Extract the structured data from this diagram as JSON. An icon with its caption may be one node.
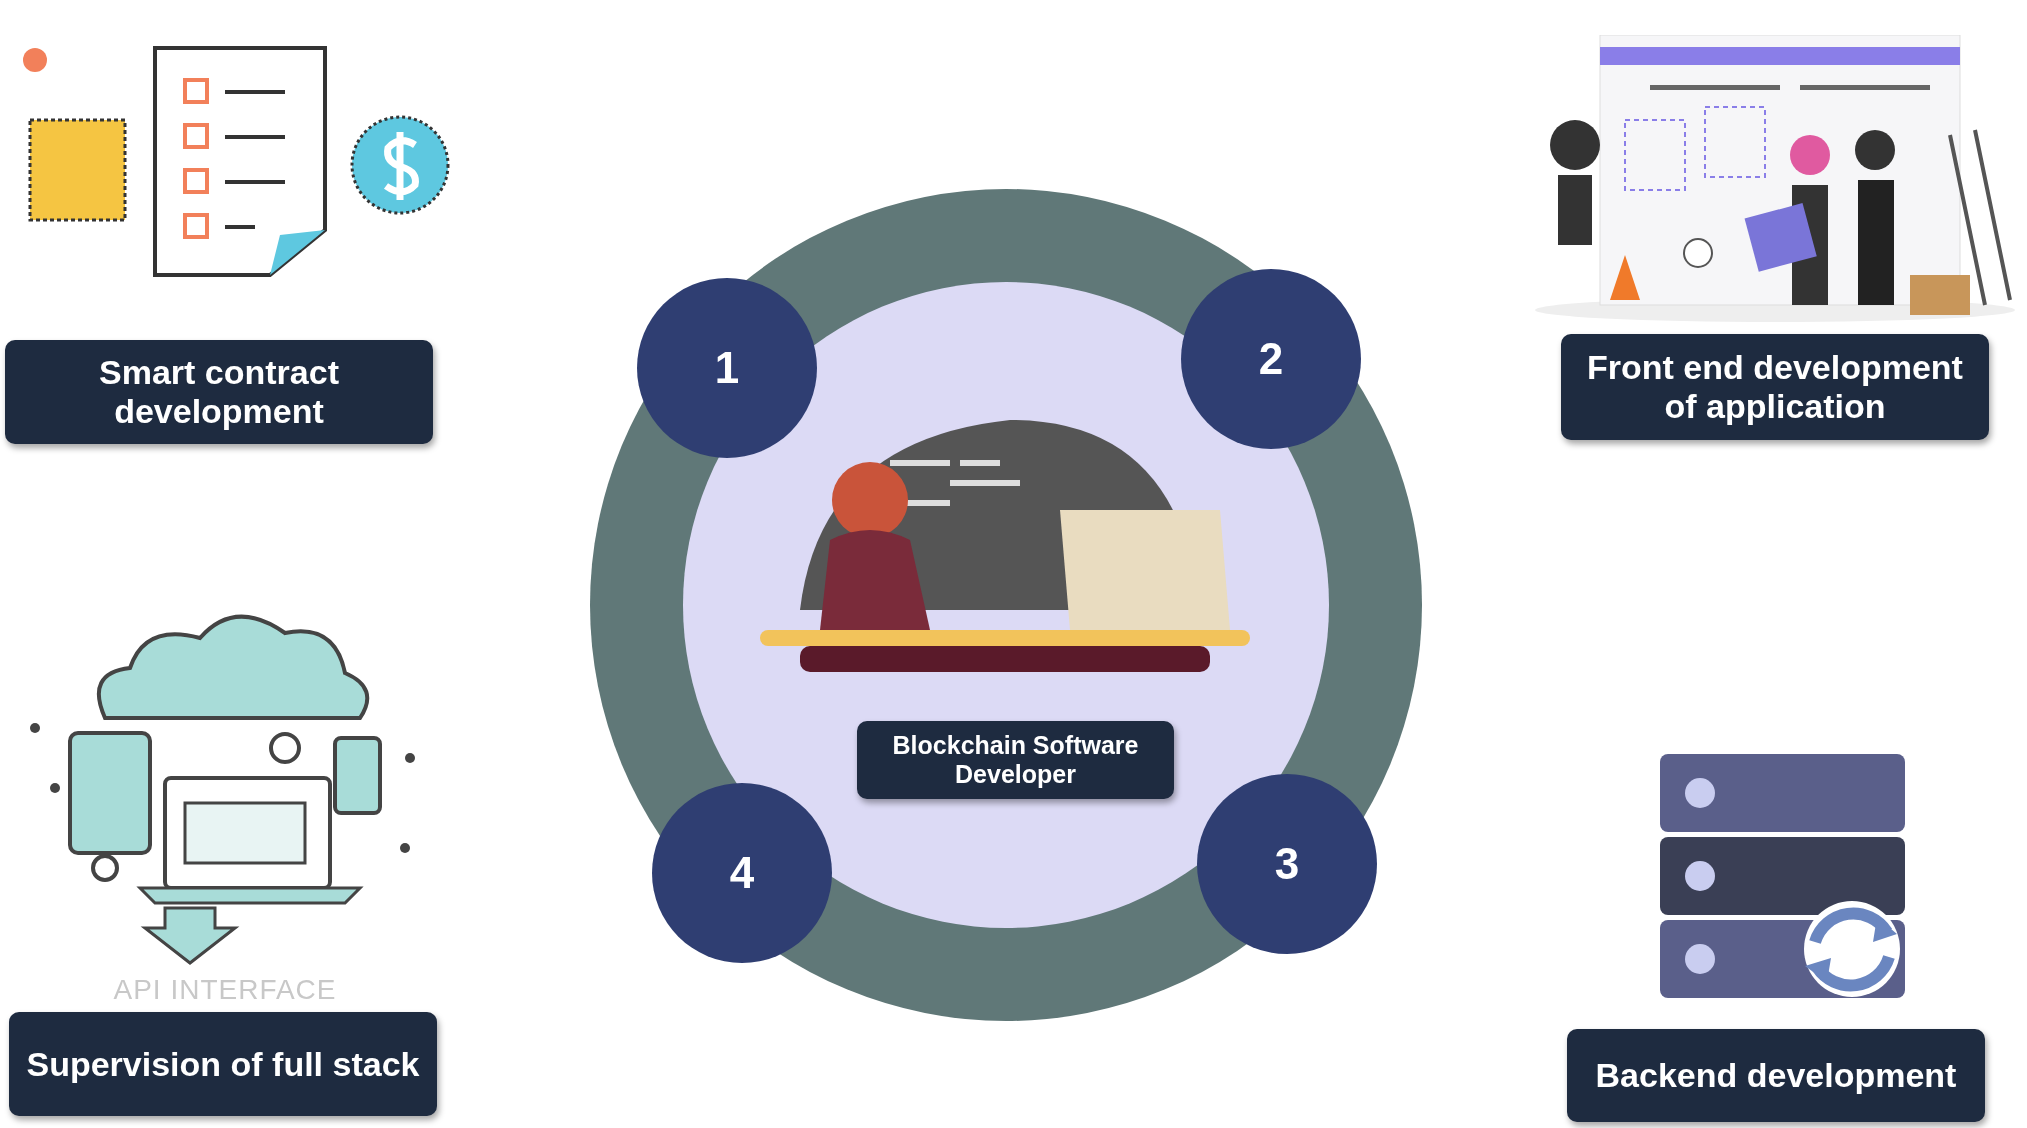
{
  "diagram": {
    "nodes": [
      {
        "text": [
          "Blockchain Software Developer"
        ]
      },
      {
        "text": [
          "1"
        ]
      },
      {
        "text": [
          "2"
        ]
      },
      {
        "text": [
          "3"
        ]
      },
      {
        "text": [
          "4"
        ]
      },
      {
        "text": [
          "Smart contract development"
        ]
      },
      {
        "text": [
          "Front end development of application"
        ]
      },
      {
        "text": [
          "Supervision of full stack"
        ]
      },
      {
        "text": [
          "Backend development"
        ]
      }
    ],
    "labels": [
      "API INTERFACE"
    ]
  }
}
